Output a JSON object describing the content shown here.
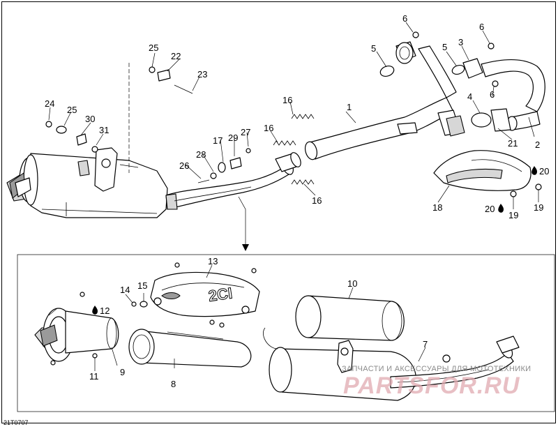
{
  "diagram": {
    "drawing_code": "21T0707",
    "watermark": {
      "text": "ЗАПЧАСТИ И АКСЕССУАРЫ ДЛЯ МОТОТЕХНИКИ",
      "logo": "PARTSFOR.RU"
    },
    "callouts": {
      "c1": "1",
      "c2": "2",
      "c3": "3",
      "c4": "4",
      "c5a": "5",
      "c5b": "5",
      "c6a": "6",
      "c6b": "6",
      "c6c": "6",
      "c7": "7",
      "c8": "8",
      "c9": "9",
      "c10": "10",
      "c11": "11",
      "c12": "12",
      "c13": "13",
      "c14": "14",
      "c15": "15",
      "c16a": "16",
      "c16b": "16",
      "c16c": "16",
      "c17": "17",
      "c18": "18",
      "c19a": "19",
      "c19b": "19",
      "c20a": "20",
      "c20b": "20",
      "c21": "21",
      "c22": "22",
      "c23": "23",
      "c24": "24",
      "c25a": "25",
      "c25b": "25",
      "c26": "26",
      "c27": "27",
      "c28": "28",
      "c29": "29",
      "c30": "30",
      "c31": "31"
    },
    "icons": {
      "lubricant": "oil-drop-icon"
    }
  }
}
